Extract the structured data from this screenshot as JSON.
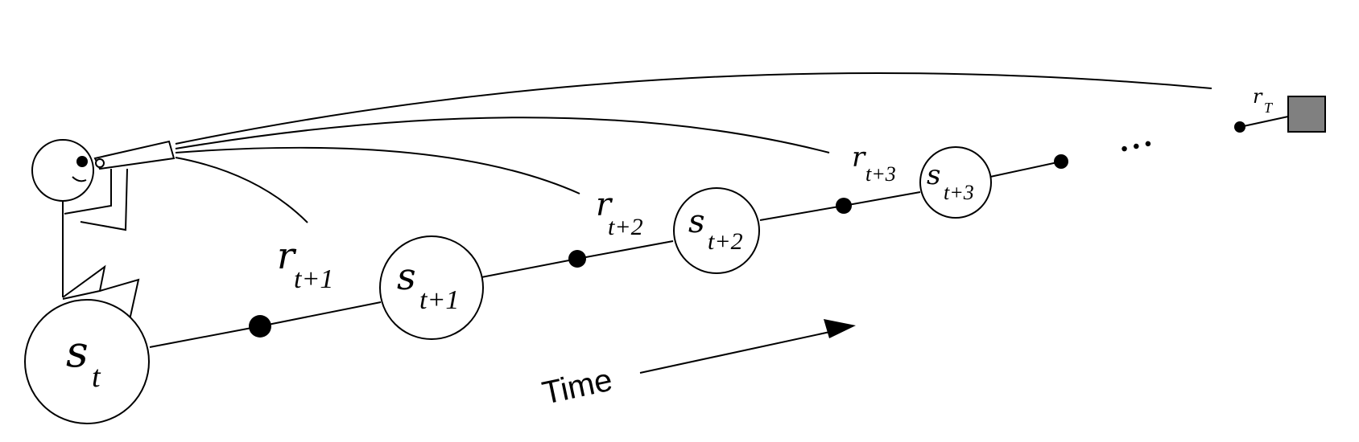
{
  "states": [
    {
      "var": "s",
      "sub": "t"
    },
    {
      "var": "s",
      "sub": "t+1"
    },
    {
      "var": "s",
      "sub": "t+2"
    },
    {
      "var": "s",
      "sub": "t+3"
    }
  ],
  "rewards": [
    {
      "var": "r",
      "sub": "t+1"
    },
    {
      "var": "r",
      "sub": "t+2"
    },
    {
      "var": "r",
      "sub": "t+3"
    },
    {
      "var": "r",
      "sub": "T"
    }
  ],
  "ellipsis": "• • •",
  "time_label": "Time",
  "colors": {
    "line": "#000000",
    "terminal_fill": "#808080",
    "background": "#ffffff"
  }
}
